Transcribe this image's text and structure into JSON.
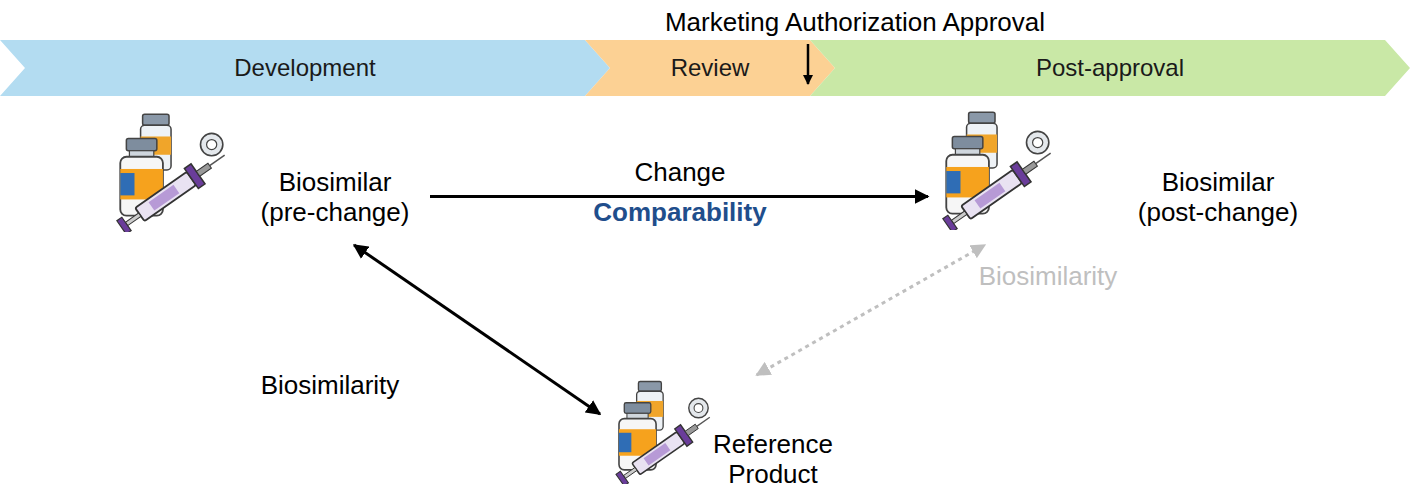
{
  "diagram": {
    "nodes": [
      {
        "text": [
          "Development"
        ]
      },
      {
        "text": [
          "Review"
        ]
      },
      {
        "text": [
          "Post-approval"
        ]
      },
      {
        "text": [
          "Biosimilar (pre-change)"
        ]
      },
      {
        "text": [
          "Biosimilar (post-change)"
        ]
      },
      {
        "text": [
          "Reference Product"
        ]
      }
    ],
    "edges": [
      {
        "from": 3,
        "to": 4,
        "label": "Change",
        "arrow": "to"
      },
      {
        "from": 3,
        "to": 5,
        "label": "Biosimilarity",
        "arrow": "both"
      },
      {
        "from": 5,
        "to": 4,
        "label": "Biosimilarity",
        "arrow": "both"
      }
    ],
    "labels": [
      "Marketing Authorization Approval",
      "Comparability"
    ]
  }
}
